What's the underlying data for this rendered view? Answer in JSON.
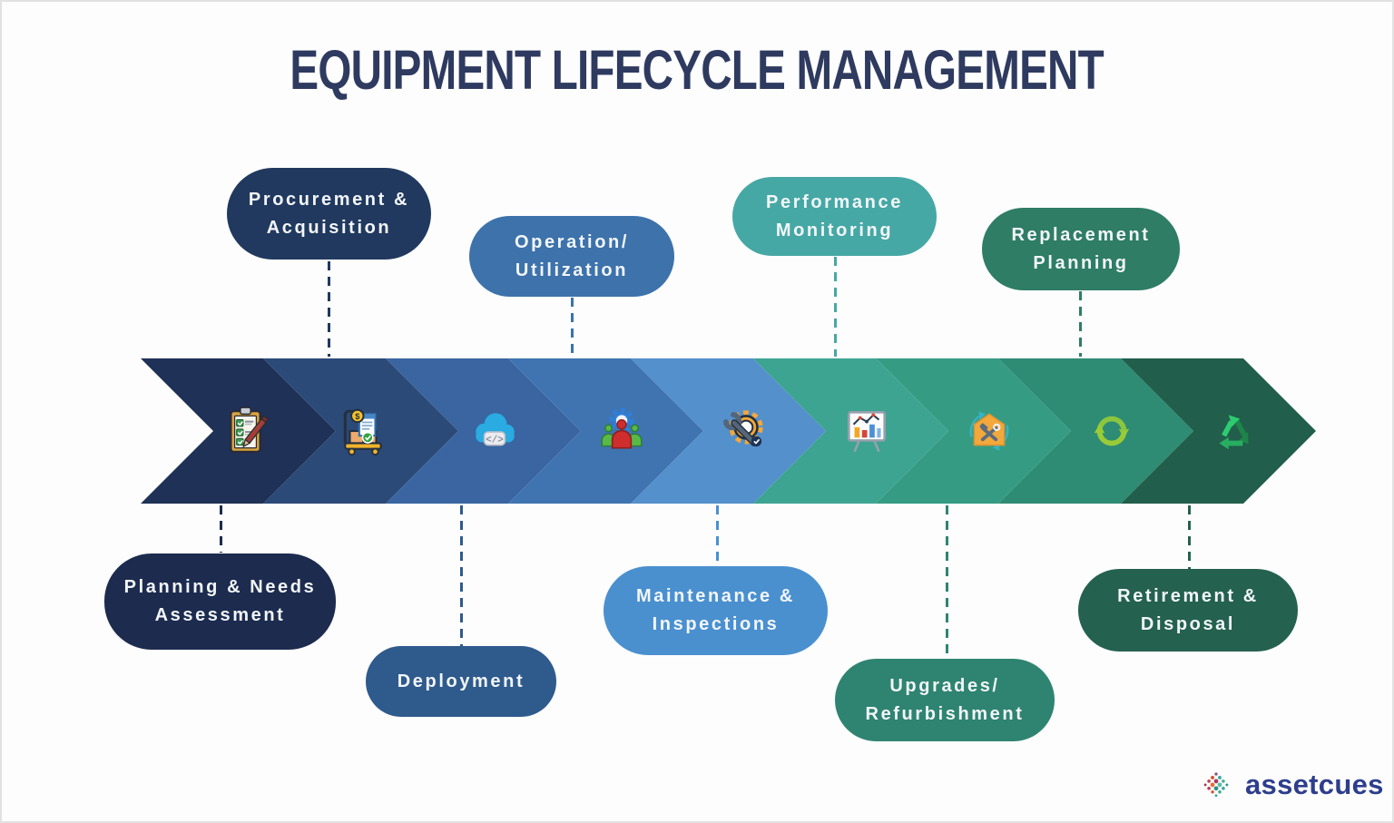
{
  "header": {
    "title": "EQUIPMENT LIFECYCLE MANAGEMENT"
  },
  "stages": [
    {
      "id": "planning",
      "lines": [
        "Planning & Needs",
        "Assessment"
      ],
      "icon": "clipboard-checklist-icon",
      "pill_color": "#1C2B4E",
      "band_color": "#1F3156",
      "position": "below"
    },
    {
      "id": "procurement",
      "lines": [
        "Procurement &",
        "Acquisition"
      ],
      "icon": "supply-cart-icon",
      "pill_color": "#21395E",
      "band_color": "#2C4A78",
      "position": "above"
    },
    {
      "id": "deployment",
      "lines": [
        "Deployment"
      ],
      "icon": "cloud-code-icon",
      "pill_color": "#2F5A8C",
      "band_color": "#3A65A0",
      "position": "below"
    },
    {
      "id": "operation",
      "lines": [
        "Operation/",
        "Utilization"
      ],
      "icon": "team-gear-icon",
      "pill_color": "#3D72AB",
      "band_color": "#3F74B0",
      "position": "above"
    },
    {
      "id": "maintenance",
      "lines": [
        "Maintenance &",
        "Inspections"
      ],
      "icon": "wrench-gear-icon",
      "pill_color": "#4A90CF",
      "band_color": "#5490CB",
      "position": "below"
    },
    {
      "id": "performance",
      "lines": [
        "Performance",
        "Monitoring"
      ],
      "icon": "analytics-board-icon",
      "pill_color": "#46A8A4",
      "band_color": "#3EA492",
      "position": "above"
    },
    {
      "id": "upgrades",
      "lines": [
        "Upgrades/",
        "Refurbishment"
      ],
      "icon": "house-tools-icon",
      "pill_color": "#2F8471",
      "band_color": "#359C83",
      "position": "below"
    },
    {
      "id": "replacement",
      "lines": [
        "Replacement",
        "Planning"
      ],
      "icon": "refresh-arrows-icon",
      "pill_color": "#2E7D64",
      "band_color": "#2F8C74",
      "position": "above"
    },
    {
      "id": "retirement",
      "lines": [
        "Retirement &",
        "Disposal"
      ],
      "icon": "recycle-icon",
      "pill_color": "#24614E",
      "band_color": "#215E4B",
      "position": "below"
    }
  ],
  "pill_text_color": "#F2F6FA",
  "palette": {
    "background": "#FDFDFD",
    "title_color": "#2E3A5F",
    "logo_text_color": "#2D3E8C"
  },
  "logo": {
    "text": "assetcues"
  }
}
